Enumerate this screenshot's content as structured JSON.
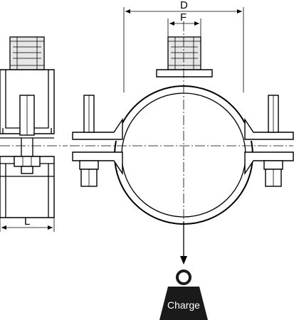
{
  "dimensions": {
    "outer_diameter_label": "D",
    "thread_label": "F",
    "length_label": "L"
  },
  "load": {
    "label": "Charge",
    "weight_color": "#1a1a1a"
  }
}
